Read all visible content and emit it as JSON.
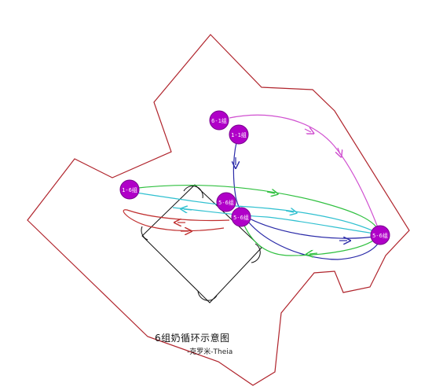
{
  "diagram": {
    "title": "6组奶循环示意图",
    "subtitle": "-克罗米-Theia",
    "colors": {
      "room_outline": "#b0242c",
      "node_fill": "#b000c8",
      "node_stroke": "#7a0090",
      "magenta_path": "#d050d0",
      "blue_path": "#2a2aa8",
      "green_path": "#30c040",
      "cyan_path": "#30c0d0",
      "red_path": "#c03030",
      "boss_outline": "#111111"
    },
    "nodes": [
      {
        "id": "n1",
        "label": "6-1组"
      },
      {
        "id": "n2",
        "label": "1-1组"
      },
      {
        "id": "n3",
        "label": "1-6组"
      },
      {
        "id": "n4",
        "label": "5-6组"
      },
      {
        "id": "n5",
        "label": "5-6组"
      },
      {
        "id": "n6",
        "label": "5-6组"
      }
    ]
  }
}
